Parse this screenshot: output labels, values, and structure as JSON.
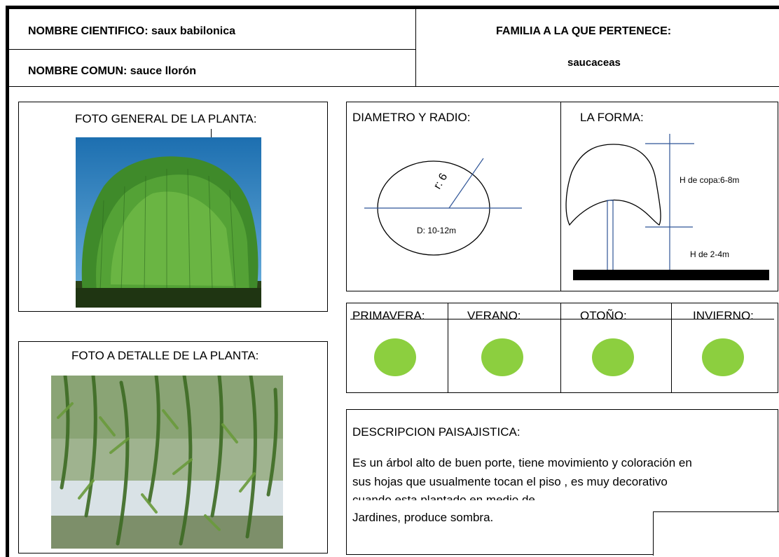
{
  "header": {
    "scientific_name": "NOMBRE CIENTIFICO: saux babilonica",
    "common_name": "NOMBRE COMUN: sauce llorón",
    "family_title": "FAMILIA A LA QUE PERTENECE:",
    "family_value": "saucaceas"
  },
  "photos": {
    "general_title": "FOTO GENERAL DE LA PLANTA:",
    "detail_title": "FOTO A DETALLE DE LA PLANTA:"
  },
  "diameter": {
    "title": "DIAMETRO Y RADIO:",
    "radius_label": "r: 6",
    "diameter_label": "D: 10-12m"
  },
  "form": {
    "title": "LA FORMA:",
    "crown_height": "H de copa:6-8m",
    "trunk_height": "H de 2-4m"
  },
  "seasons": [
    {
      "label": "PRIMAVERA:",
      "color": "#8ccf3f"
    },
    {
      "label": "VERANO:",
      "color": "#8ccf3f"
    },
    {
      "label": "OTOÑO:",
      "color": "#8ccf3f"
    },
    {
      "label": "INVIERNO:",
      "color": "#8ccf3f"
    }
  ],
  "description": {
    "title": "DESCRIPCION PAISAJISTICA:",
    "line1": "Es un árbol alto de buen porte, tiene movimiento y coloración en",
    "line2": "sus hojas que usualmente tocan el piso , es muy decorativo",
    "line3": "cuando esta plantado en medio de",
    "line4": "Jardines, produce sombra."
  }
}
